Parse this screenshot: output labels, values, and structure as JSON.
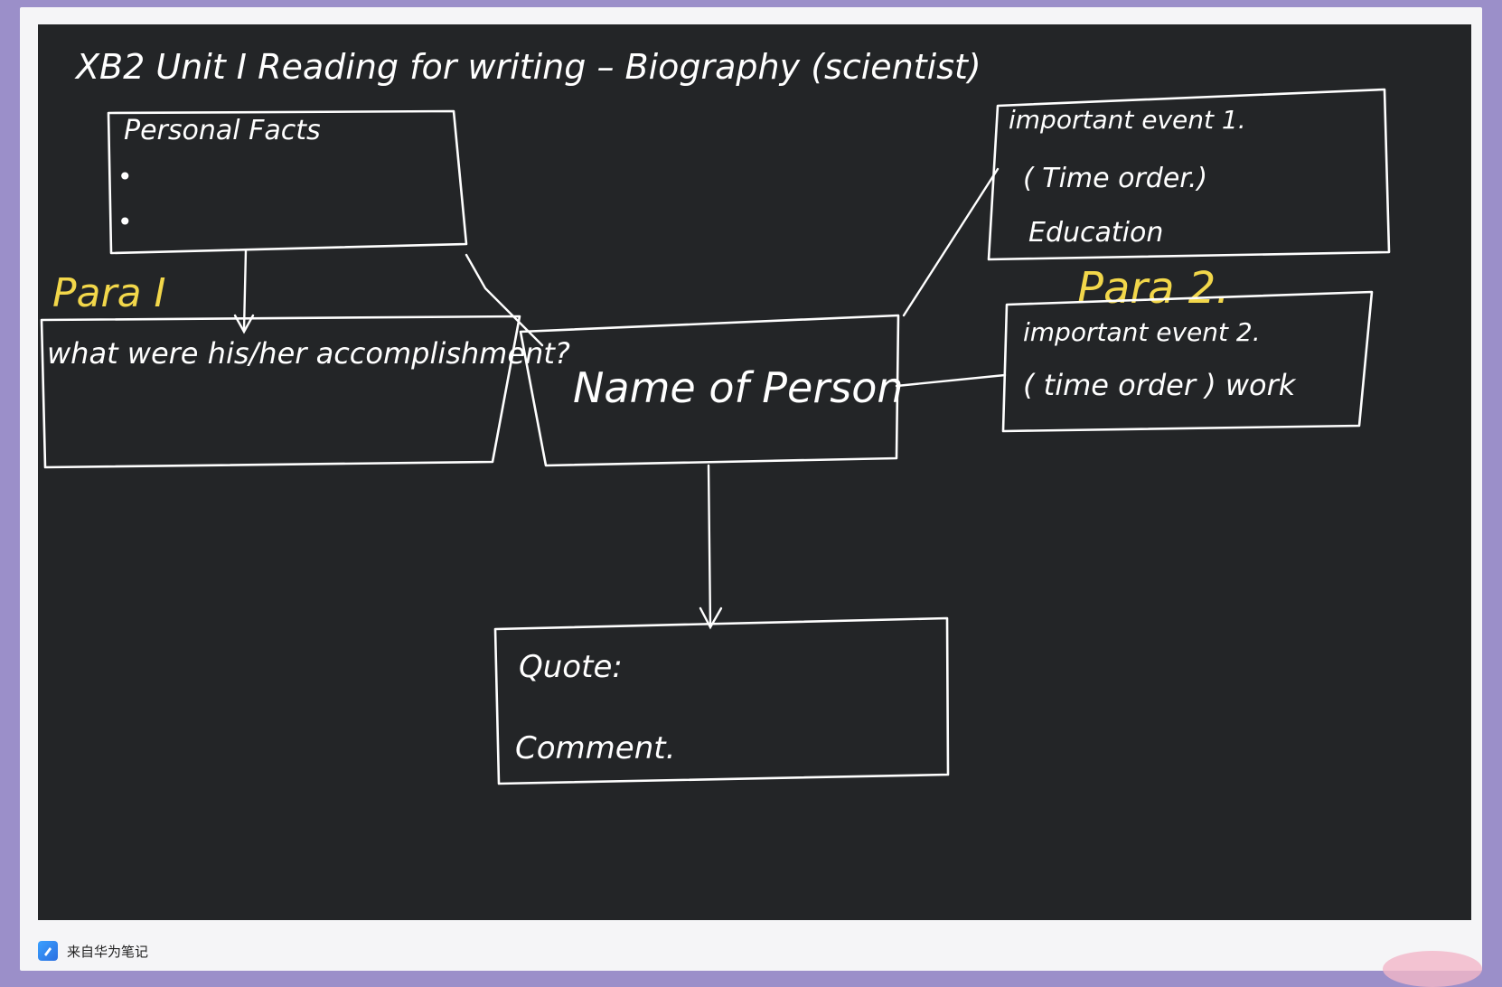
{
  "title": "XB2 Unit I  Reading  for  writing  –  Biography (scientist)",
  "labels": {
    "para1": "Para I",
    "para2": "Para 2."
  },
  "boxes": {
    "personal_facts": {
      "heading": "Personal  Facts",
      "bullets": [
        "•",
        "•"
      ]
    },
    "accomplishments": {
      "text": "what were his/her accomplishment?"
    },
    "center": {
      "text": "Name of Person"
    },
    "event1": {
      "line1": "important event 1.",
      "line2": "( Time  order.)",
      "line3": "Education"
    },
    "event2": {
      "line1": "important  event 2.",
      "line2": "( time order ) work"
    },
    "quote": {
      "line1": "Quote:",
      "line2": "Comment."
    }
  },
  "footer": {
    "source": "来自华为笔记"
  },
  "colors": {
    "board": "#232527",
    "ink": "#ffffff",
    "highlight": "#f2d74a",
    "frame": "#f5f5f7",
    "background": "#9b8fc9"
  }
}
